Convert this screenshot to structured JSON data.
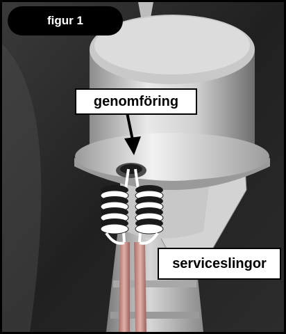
{
  "figure": {
    "badge": "figur 1",
    "labels": {
      "feedthrough": "genomföring",
      "service_loops": "serviceslingor"
    }
  },
  "icons": [
    "lamp-housing-illustration",
    "callout-arrow-icon",
    "coiled-wire-icon"
  ],
  "colors": {
    "frame": "#000000",
    "housing": "#e4e4e4",
    "background": "#2a2a2a",
    "wire_sheath": "#c98f88",
    "coil_dark": "#1a1a1a",
    "coil_light": "#ffffff"
  }
}
